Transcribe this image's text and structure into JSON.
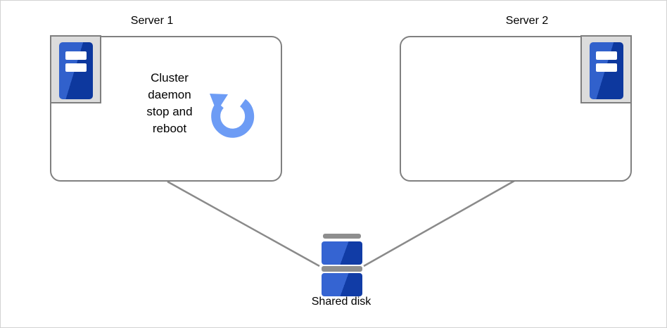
{
  "diagram": {
    "nodes": {
      "server1": {
        "label": "Server 1",
        "note": "Cluster daemon stop and reboot",
        "note_lines": [
          "Cluster",
          "daemon",
          "stop and",
          "reboot"
        ],
        "icon": "server-tower-icon",
        "status_icon": "reboot-arrow-icon"
      },
      "server2": {
        "label": "Server 2",
        "icon": "server-tower-icon"
      },
      "shared_disk": {
        "label": "Shared disk",
        "icon": "disk-stack-icon"
      }
    },
    "connections": [
      {
        "from": "server1",
        "to": "shared_disk"
      },
      {
        "from": "server2",
        "to": "shared_disk"
      }
    ],
    "colors": {
      "server_blue_light": "#3161CC",
      "server_blue_dark": "#0D389E",
      "reboot_arrow_blue": "#6D9CF5",
      "connector_gray": "#8A8A8A",
      "box_border_gray": "#808080",
      "icon_plate_gray": "#DCDCDC",
      "disk_bar_gray": "#8E8E8E"
    }
  }
}
